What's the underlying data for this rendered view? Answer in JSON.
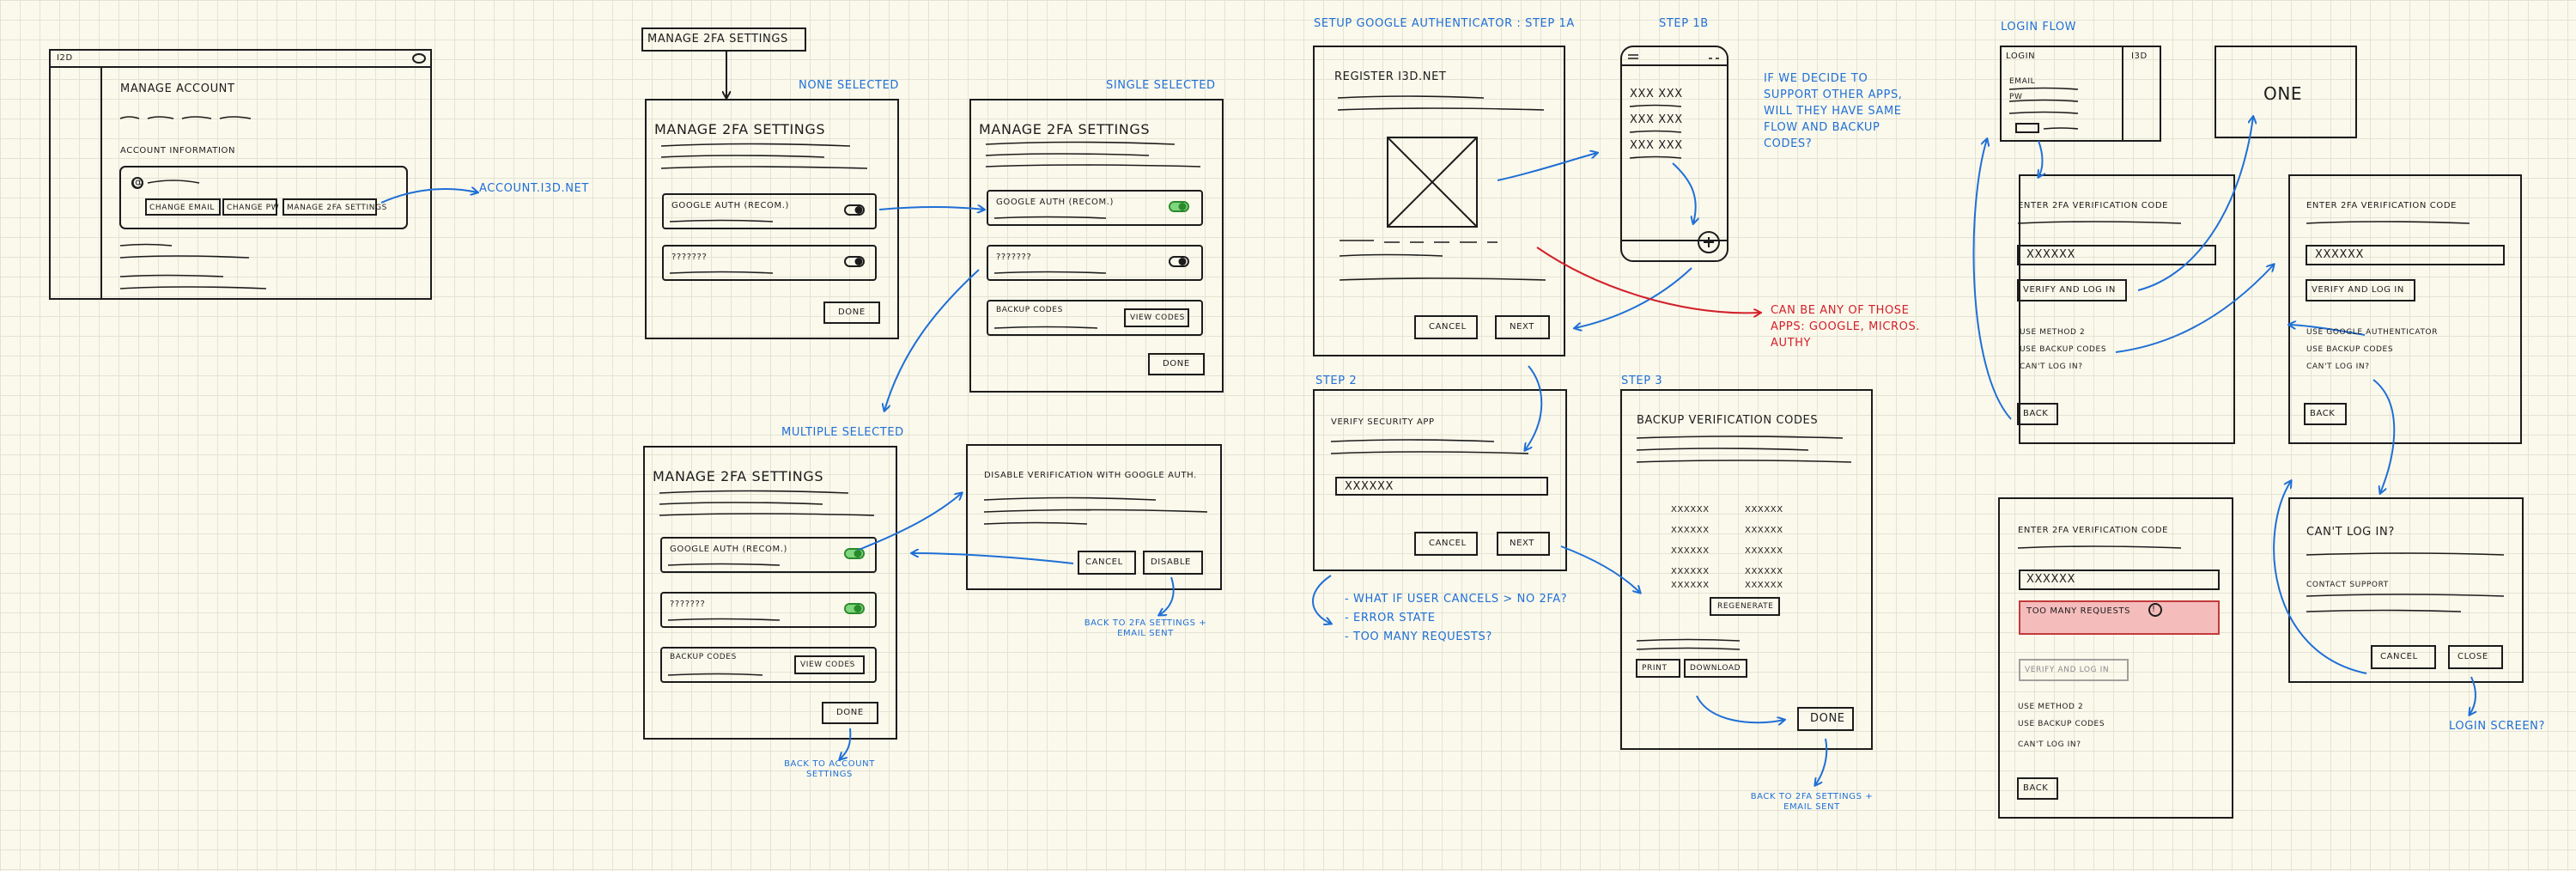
{
  "account": {
    "logo": "I2D",
    "title": "MANAGE ACCOUNT",
    "info": "ACCOUNT INFORMATION",
    "change_email": "CHANGE EMAIL",
    "change_pw": "CHANGE PW",
    "manage_2fa": "MANAGE 2FA SETTINGS",
    "link_note": "ACCOUNT.I3D.NET"
  },
  "manage_label": "MANAGE 2FA SETTINGS",
  "none": {
    "caption": "NONE SELECTED",
    "title": "MANAGE 2FA SETTINGS",
    "google": "GOOGLE AUTH (RECOM.)",
    "other": "???????",
    "done": "DONE"
  },
  "single": {
    "caption": "SINGLE SELECTED",
    "title": "MANAGE 2FA SETTINGS",
    "google": "GOOGLE AUTH (RECOM.)",
    "other": "???????",
    "backup": "BACKUP CODES",
    "view": "VIEW CODES",
    "done": "DONE"
  },
  "multiple": {
    "caption": "MULTIPLE SELECTED",
    "title": "MANAGE 2FA SETTINGS",
    "google": "GOOGLE AUTH (RECOM.)",
    "other": "???????",
    "backup": "BACKUP CODES",
    "view": "VIEW CODES",
    "done": "DONE",
    "back_note": "BACK TO ACCOUNT SETTINGS"
  },
  "disable": {
    "title": "DISABLE VERIFICATION WITH GOOGLE AUTH.",
    "cancel": "CANCEL",
    "disable": "DISABLE",
    "note": "BACK TO 2FA SETTINGS + EMAIL SENT"
  },
  "setup": {
    "caption": "SETUP GOOGLE AUTHENTICATOR : STEP 1A",
    "title": "REGISTER I3D.NET",
    "cancel": "CANCEL",
    "next": "NEXT"
  },
  "step1b": {
    "caption": "STEP 1B",
    "code1": "XXX XXX",
    "code2": "XXX XXX",
    "code3": "XXX XXX"
  },
  "notes": {
    "apps_q": "IF WE DECIDE TO SUPPORT OTHER APPS, WILL THEY HAVE SAME FLOW AND BACKUP CODES?",
    "apps_red": "CAN BE ANY OF THOSE APPS: GOOGLE, MICROS. AUTHY",
    "q1": "- WHAT IF USER CANCELS > NO 2FA?",
    "q2": "- ERROR STATE",
    "q3": "- TOO MANY REQUESTS?"
  },
  "step2": {
    "caption": "STEP 2",
    "title": "VERIFY SECURITY APP",
    "code": "XXXXXX",
    "cancel": "CANCEL",
    "next": "NEXT"
  },
  "step3": {
    "caption": "STEP 3",
    "title": "BACKUP VERIFICATION CODES",
    "codes": [
      "XXXXXX",
      "XXXXXX",
      "XXXXXX",
      "XXXXXX",
      "XXXXXX",
      "XXXXXX",
      "XXXXXX",
      "XXXXXX",
      "XXXXXX",
      "XXXXXX"
    ],
    "regenerate": "REGENERATE",
    "print": "PRINT",
    "download": "DOWNLOAD",
    "done": "DONE",
    "note": "BACK TO 2FA SETTINGS + EMAIL SENT"
  },
  "login": {
    "caption": "LOGIN FLOW",
    "title": "LOGIN",
    "brand": "I3D",
    "email": "EMAIL",
    "pw": "PW",
    "one": "ONE"
  },
  "verify1": {
    "title": "ENTER 2FA VERIFICATION CODE",
    "code": "XXXXXX",
    "button": "VERIFY AND LOG IN",
    "method": "USE METHOD 2",
    "backup": "USE BACKUP CODES",
    "cant": "CAN'T LOG IN?",
    "back": "BACK"
  },
  "verify2": {
    "title": "ENTER 2FA VERIFICATION CODE",
    "code": "XXXXXX",
    "button": "VERIFY AND LOG IN",
    "google": "USE GOOGLE AUTHENTICATOR",
    "backup": "USE BACKUP CODES",
    "cant": "CAN'T LOG IN?",
    "back": "BACK"
  },
  "verify3": {
    "title": "ENTER 2FA VERIFICATION CODE",
    "code": "XXXXXX",
    "error": "TOO MANY REQUESTS",
    "button": "VERIFY AND LOG IN",
    "method": "USE METHOD 2",
    "backup": "USE BACKUP CODES",
    "cant": "CAN'T LOG IN?",
    "back": "BACK"
  },
  "cantlogin": {
    "title": "CAN'T LOG IN?",
    "support": "CONTACT SUPPORT",
    "cancel": "CANCEL",
    "close": "CLOSE",
    "note": "LOGIN SCREEN?"
  }
}
